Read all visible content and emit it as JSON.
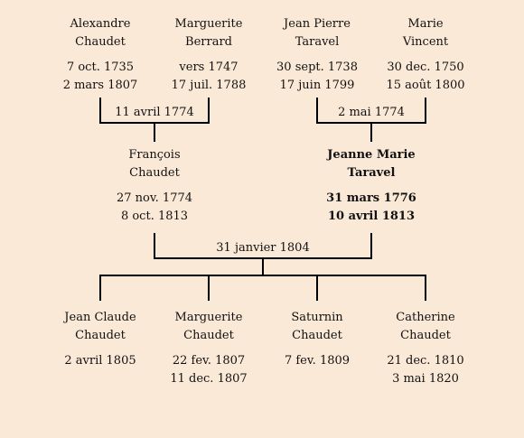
{
  "colors": {
    "background": "#fbe9d7",
    "lines": "#000000"
  },
  "grandparents_paternal": {
    "father": {
      "first": "Alexandre",
      "last": "Chaudet",
      "birth": "7 oct. 1735",
      "death": "2 mars 1807"
    },
    "mother": {
      "first": "Marguerite",
      "last": "Berrard",
      "birth": "vers 1747",
      "death": "17 juil. 1788"
    },
    "marriage": "11 avril 1774"
  },
  "grandparents_maternal": {
    "father": {
      "first": "Jean Pierre",
      "last": "Taravel",
      "birth": "30 sept. 1738",
      "death": "17 juin 1799"
    },
    "mother": {
      "first": "Marie",
      "last": "Vincent",
      "birth": "30 dec. 1750",
      "death": "15 août 1800"
    },
    "marriage": "2 mai 1774"
  },
  "parents": {
    "father": {
      "first": "François",
      "last": "Chaudet",
      "birth": "27 nov. 1774",
      "death": "8 oct. 1813"
    },
    "mother": {
      "first": "Jeanne Marie",
      "last": "Taravel",
      "birth": "31 mars 1776",
      "death": "10 avril 1813"
    },
    "marriage": "31 janvier 1804"
  },
  "children": [
    {
      "first": "Jean Claude",
      "last": "Chaudet",
      "birth": "2 avril 1805",
      "death": ""
    },
    {
      "first": "Marguerite",
      "last": "Chaudet",
      "birth": "22 fev. 1807",
      "death": "11 dec. 1807"
    },
    {
      "first": "Saturnin",
      "last": "Chaudet",
      "birth": "7 fev. 1809",
      "death": ""
    },
    {
      "first": "Catherine",
      "last": "Chaudet",
      "birth": "21 dec. 1810",
      "death": "3 mai 1820"
    }
  ]
}
